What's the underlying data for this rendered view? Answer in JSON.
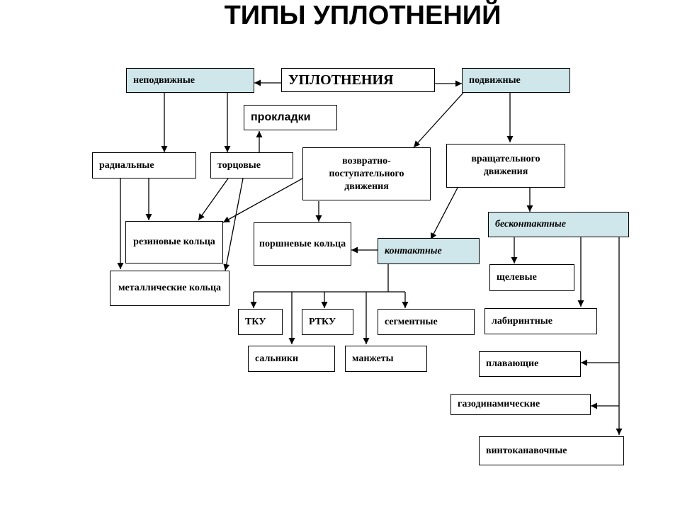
{
  "title": "ТИПЫ УПЛОТНЕНИЙ",
  "nodes": {
    "root": "УПЛОТНЕНИЯ",
    "fixed": "неподвижные",
    "moving": "подвижные",
    "gaskets": "прокладки",
    "radial": "радиальные",
    "face": "торцовые",
    "reciprocating": "возвратно-поступательного движения",
    "rotational": "вращательного движения",
    "noncontact": "бесконтактные",
    "rubber_rings": "резиновые кольца",
    "piston_rings": "поршневые кольца",
    "contact": "контактные",
    "metal_rings": "металлические кольца",
    "slot": "щелевые",
    "tku": "ТКУ",
    "rtku": "РТКУ",
    "segment": "сегментные",
    "labyrinth": "лабиринтные",
    "stuffing": "сальники",
    "cuffs": "манжеты",
    "floating": "плавающие",
    "gasdynamic": "газодинамические",
    "screw_groove": "винтоканавочные"
  },
  "colors": {
    "tint": "#cfe6ea",
    "line": "#000000"
  }
}
